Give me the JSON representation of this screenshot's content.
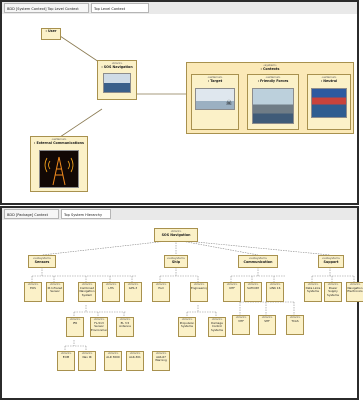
{
  "panel_top": {
    "tabs": [
      "BDD [System Context] Top Level Context",
      "Top Level Context"
    ],
    "nodes": {
      "user": {
        "label": ": User"
      },
      "sos": {
        "stereotype": "«block»",
        "name": ": SOS Navigation"
      },
      "contexts": {
        "stereotype": "«system»",
        "name": ": Contexts"
      },
      "target": {
        "stereotype": "«external»",
        "name": ": Target"
      },
      "friendly": {
        "stereotype": "«external»",
        "name": ": Friendly Forces"
      },
      "neutral": {
        "stereotype": "«external»",
        "name": ": Neutral"
      },
      "ext_comm": {
        "stereotype": "«external»",
        "name": ": External Communications"
      }
    }
  },
  "panel_bottom": {
    "tabs": [
      "BDD [Package] Context",
      "Top System Hierarchy"
    ],
    "root": {
      "stereotype": "«block»",
      "name": "SOS Navigation"
    },
    "groups": [
      {
        "key": "sensors",
        "stereotype": "«subsystem»",
        "name": "Sensors"
      },
      {
        "key": "ship",
        "stereotype": "«subsystem»",
        "name": "Ship"
      },
      {
        "key": "comm",
        "stereotype": "«subsystem»",
        "name": "Communication"
      },
      {
        "key": "support",
        "stereotype": "«subsystem»",
        "name": "Support"
      }
    ],
    "leaves": [
      "EOS",
      "IR Infrared Sensor",
      "Combined Navigation System",
      "LHS",
      "GPS-3",
      "IFR",
      "FL-513 Sensor Environment",
      "EL 3.5 Antenna",
      "Hull",
      "Engineering",
      "Propulsion Systems",
      "Damage Control Systems",
      "UHF",
      "SATCOM",
      "LINK 16",
      "VHF",
      "SHF",
      "TCAS",
      "Data Links Systems",
      "Power Supply Systems",
      "Navigation Electronics",
      "EOM",
      "Nav IR",
      "ALR 3000",
      "ALR-301",
      "ALR-67 Warning"
    ]
  }
}
